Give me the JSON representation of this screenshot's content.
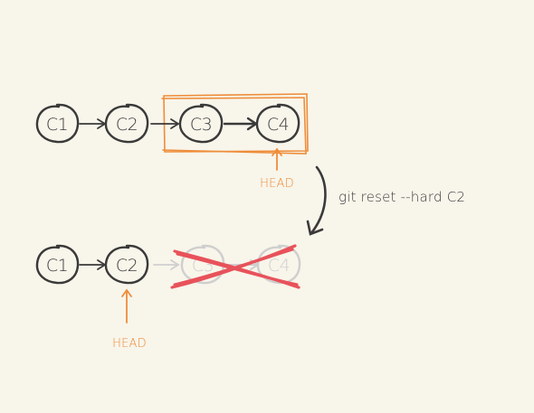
{
  "before": {
    "commits": [
      "C1",
      "C2",
      "C3",
      "C4"
    ],
    "head_label": "HEAD",
    "head_points_to": "C4",
    "highlighted_commits": [
      "C3",
      "C4"
    ]
  },
  "command": "git reset --hard C2",
  "after": {
    "commits": [
      "C1",
      "C2",
      "C3",
      "C4"
    ],
    "head_label": "HEAD",
    "head_points_to": "C2",
    "discarded_commits": [
      "C3",
      "C4"
    ]
  },
  "colors": {
    "background": "#f8f5ea",
    "ink": "#3a3a3a",
    "head": "#ee8d3a",
    "highlight_box": "#ee8d3a",
    "discarded": "#cfcfcf",
    "cross": "#e8525a"
  }
}
